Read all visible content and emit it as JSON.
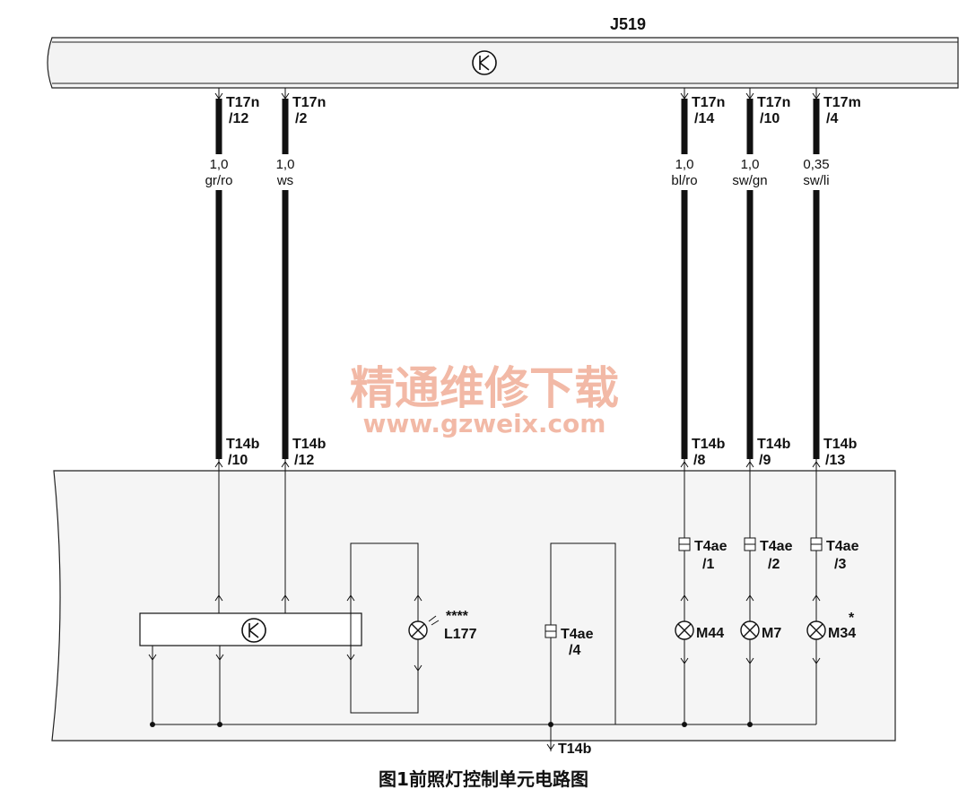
{
  "module_top": "J519",
  "watermark": {
    "cn": "精通维修下载",
    "url": "www.gzweix.com"
  },
  "caption": "图1前照灯控制单元电路图",
  "wires": [
    {
      "top_conn": "T17n",
      "top_pin": "/12",
      "gauge": "1,0",
      "color": "gr/ro",
      "bot_conn": "T14b",
      "bot_pin": "/10"
    },
    {
      "top_conn": "T17n",
      "top_pin": "/2",
      "gauge": "1,0",
      "color": "ws",
      "bot_conn": "T14b",
      "bot_pin": "/12"
    },
    {
      "top_conn": "T17n",
      "top_pin": "/14",
      "gauge": "1,0",
      "color": "bl/ro",
      "bot_conn": "T14b",
      "bot_pin": "/8"
    },
    {
      "top_conn": "T17n",
      "top_pin": "/10",
      "gauge": "1,0",
      "color": "sw/gn",
      "bot_conn": "T14b",
      "bot_pin": "/9"
    },
    {
      "top_conn": "T17m",
      "top_pin": "/4",
      "gauge": "0,35",
      "color": "sw/li",
      "bot_conn": "T14b",
      "bot_pin": "/13"
    }
  ],
  "connectors": [
    {
      "conn": "T4ae",
      "pin": "/1"
    },
    {
      "conn": "T4ae",
      "pin": "/2"
    },
    {
      "conn": "T4ae",
      "pin": "/3"
    },
    {
      "conn": "T4ae",
      "pin": "/4"
    }
  ],
  "lamps": [
    {
      "label": "L177",
      "mark": "****"
    },
    {
      "label": "M44",
      "mark": ""
    },
    {
      "label": "M7",
      "mark": ""
    },
    {
      "label": "M34",
      "mark": "*"
    }
  ],
  "bottom_conn": "T14b"
}
